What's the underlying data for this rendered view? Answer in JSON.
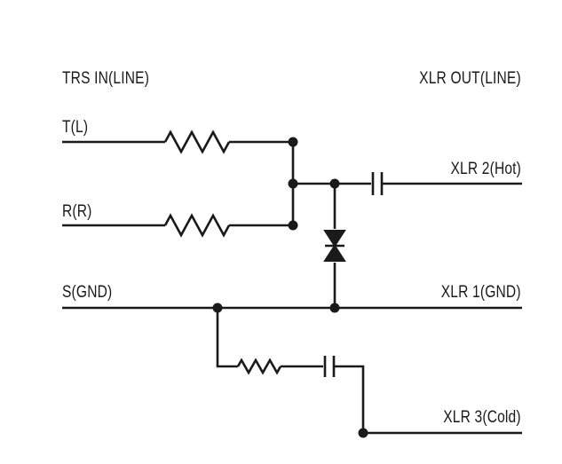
{
  "headers": {
    "input_title": "TRS IN(LINE)",
    "output_title": "XLR OUT(LINE)"
  },
  "inputs": {
    "tip": "T(L)",
    "ring": "R(R)",
    "sleeve": "S(GND)"
  },
  "outputs": {
    "xlr2": "XLR 2(Hot)",
    "xlr1": "XLR 1(GND)",
    "xlr3": "XLR 3(Cold)"
  },
  "colors": {
    "ink": "#1a1a1a",
    "background": "#ffffff"
  }
}
